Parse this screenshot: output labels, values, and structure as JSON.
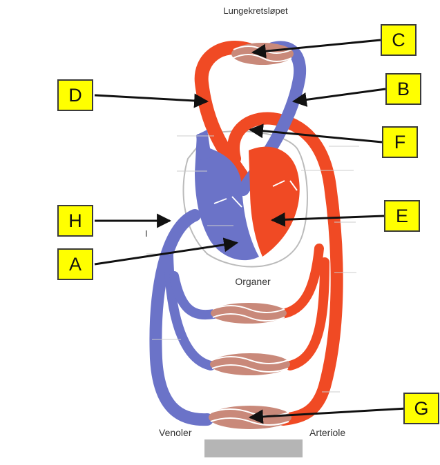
{
  "diagram": {
    "title": "Lungekretsløpet",
    "organs_label": "Organer",
    "venules_label": "Venoler",
    "arteriole_label": "Arteriole",
    "numeral_label": "I"
  },
  "labels": {
    "A": "A",
    "B": "B",
    "C": "C",
    "D": "D",
    "E": "E",
    "F": "F",
    "G": "G",
    "H": "H"
  },
  "colors": {
    "oxygenated": "#f04a24",
    "deoxygenated": "#6b73c8",
    "label_fill": "#ffff00",
    "capillary": "#c9897a"
  }
}
